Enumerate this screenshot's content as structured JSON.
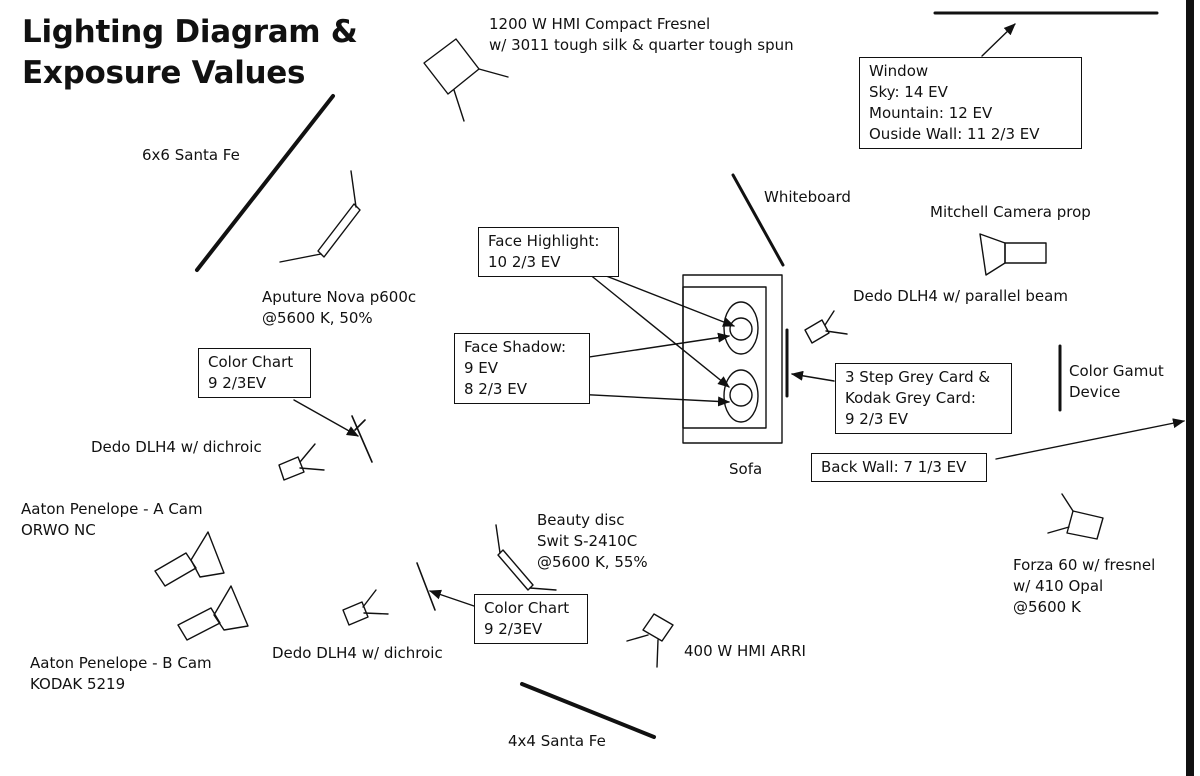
{
  "title": [
    "Lighting Diagram &",
    "Exposure Values"
  ],
  "labels": {
    "hmi_fresnel": [
      "1200 W HMI Compact Fresnel",
      "w/ 3011 tough silk & quarter tough spun"
    ],
    "santa_fe_6x6": "6x6  Santa Fe",
    "whiteboard": "Whiteboard",
    "mitchell": "Mitchell Camera prop",
    "aputure": [
      "Aputure Nova p600c",
      "@5600 K, 50%"
    ],
    "dedo_parallel": "Dedo DLH4 w/ parallel beam",
    "color_gamut": [
      "Color Gamut",
      "Device"
    ],
    "dedo_dichroic_1": "Dedo DLH4 w/ dichroic",
    "sofa": "Sofa",
    "aaton_a": [
      "Aaton Penelope - A Cam",
      "ORWO NC"
    ],
    "beauty_disc": [
      "Beauty disc",
      "Swit  S-2410C",
      "@5600 K, 55%"
    ],
    "forza": [
      "Forza 60 w/ fresnel",
      "w/ 410 Opal",
      "@5600 K"
    ],
    "aaton_b": [
      "Aaton Penelope - B Cam",
      "KODAK 5219"
    ],
    "dedo_dichroic_2": "Dedo DLH4 w/ dichroic",
    "hmi_arri": "400 W HMI ARRI",
    "santa_fe_4x4": "4x4  Santa Fe"
  },
  "boxes": {
    "window": [
      "Window",
      "Sky: 14 EV",
      "Mountain: 12 EV",
      "Ouside Wall: 11 2/3 EV"
    ],
    "face_highlight": [
      "Face Highlight:",
      "10 2/3 EV"
    ],
    "face_shadow": [
      "Face Shadow:",
      "9 EV",
      "8 2/3 EV"
    ],
    "color_chart_1": [
      "Color Chart",
      "9 2/3EV"
    ],
    "grey_card": [
      "3 Step Grey Card &",
      "Kodak Grey Card:",
      "9 2/3 EV"
    ],
    "back_wall": [
      "Back Wall: 7 1/3 EV"
    ],
    "color_chart_2": [
      "Color Chart",
      "9 2/3EV"
    ]
  }
}
